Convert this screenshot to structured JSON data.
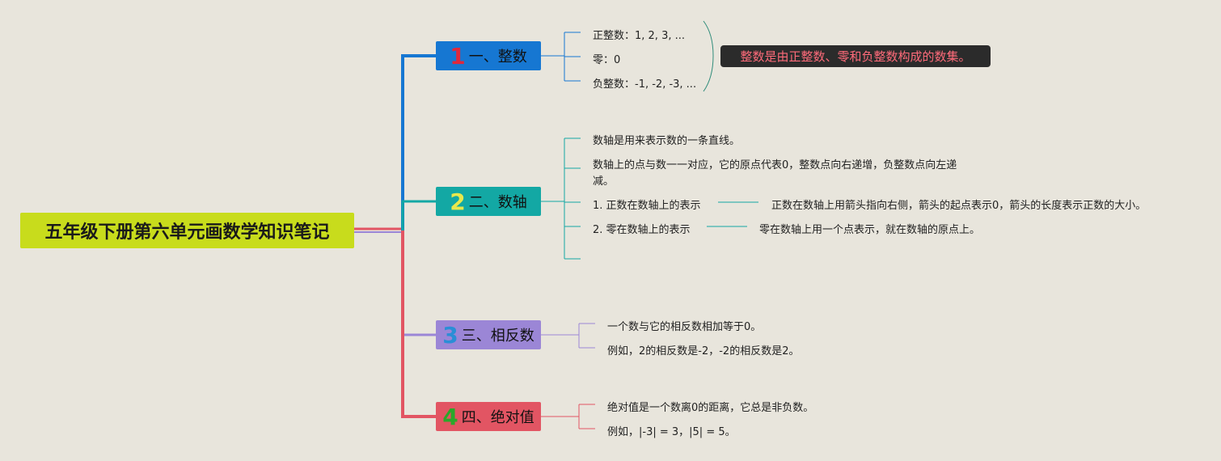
{
  "colors": {
    "background": "#e8e5dc",
    "root": "#c8dc1c",
    "branch1": "#1677d2",
    "branch2": "#13a8a4",
    "branch3": "#9b86d6",
    "branch4": "#e25563",
    "num1": "#e0283c",
    "num2": "#e8e84c",
    "num3": "#2a8ed6",
    "num4": "#2aa82a",
    "note_text": "#ff6b7a"
  },
  "root": {
    "title": "五年级下册第六单元画数学知识笔记"
  },
  "branches": [
    {
      "number": "1",
      "title": "一、整数",
      "items": [
        "正整数：1, 2, 3, ...",
        "零：0",
        "负整数：-1, -2, -3, ..."
      ],
      "summary": "整数是由正整数、零和负整数构成的数集。"
    },
    {
      "number": "2",
      "title": "二、数轴",
      "items": [
        "数轴是用来表示数的一条直线。",
        "数轴上的点与数一一对应，它的原点代表0，整数点向右递增，负整数点向左递",
        "减。",
        "1. 正数在数轴上的表示",
        "2. 零在数轴上的表示"
      ],
      "details": [
        "正数在数轴上用箭头指向右侧，箭头的起点表示0，箭头的长度表示正数的大小。",
        "零在数轴上用一个点表示，就在数轴的原点上。"
      ]
    },
    {
      "number": "3",
      "title": "三、相反数",
      "items": [
        "一个数与它的相反数相加等于0。",
        "例如，2的相反数是-2，-2的相反数是2。"
      ]
    },
    {
      "number": "4",
      "title": "四、绝对值",
      "items": [
        "绝对值是一个数离0的距离，它总是非负数。",
        "例如，|-3| = 3，|5| = 5。"
      ]
    }
  ]
}
